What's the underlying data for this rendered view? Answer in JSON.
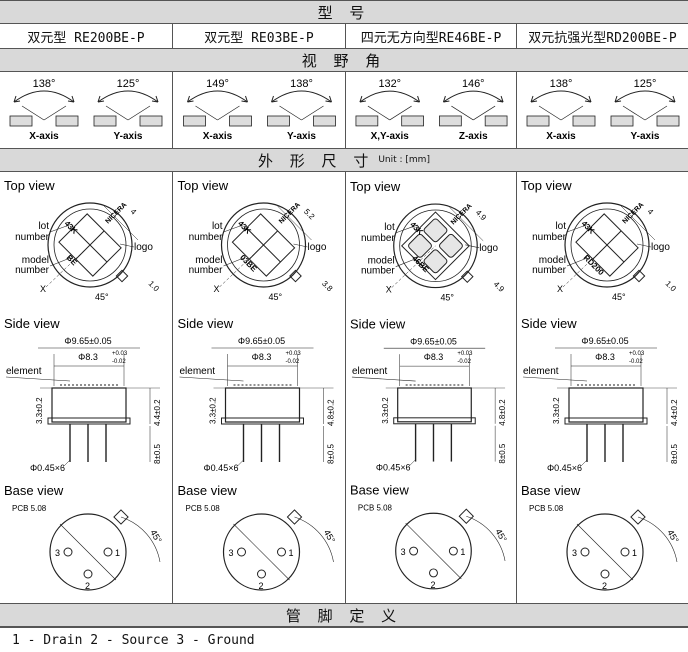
{
  "headers": {
    "model": "型 号",
    "view_angle": "视 野 角",
    "dimensions": "外 形 尺 寸",
    "dimensions_unit": "Unit : [mm]",
    "pin_def": "管 脚 定 义"
  },
  "section_titles": {
    "top": "Top view",
    "side": "Side view",
    "base": "Base view"
  },
  "pin_definition": "1 - Drain  2 - Source  3 - Ground",
  "columns": [
    {
      "model": "双元型 RE200BE-P",
      "angles": [
        {
          "deg": "138°",
          "axis": "X-axis"
        },
        {
          "deg": "125°",
          "axis": "Y-axis"
        }
      ],
      "top": {
        "lot": "lot",
        "lot2": "number",
        "model": "model",
        "model2": "number",
        "logo": "logo",
        "brand": "NICERA",
        "code": "43K",
        "mark": "BE",
        "dim_top": "4",
        "dim_side": "1.0",
        "angle": "45°",
        "x": "X"
      },
      "side": {
        "d1": "Φ9.65±0.05",
        "d2": "Φ8.3",
        "tol_up": "+0.03",
        "tol_dn": "-0.02",
        "element": "element",
        "h1": "3.3±0.2",
        "h2": "4.4±0.2",
        "h3": "8±0.5",
        "pin": "Φ0.45×6"
      },
      "base": {
        "pcb": "PCB 5.08",
        "angle": "45°",
        "p1": "1",
        "p2": "2",
        "p3": "3"
      }
    },
    {
      "model": "双元型 RE03BE-P",
      "angles": [
        {
          "deg": "149°",
          "axis": "X-axis"
        },
        {
          "deg": "138°",
          "axis": "Y-axis"
        }
      ],
      "top": {
        "lot": "lot",
        "lot2": "number",
        "model": "model",
        "model2": "number",
        "logo": "logo",
        "brand": "NICERA",
        "code": "43K",
        "mark": "03BE",
        "dim_top": "5.2",
        "dim_side": "3.8",
        "angle": "45°",
        "x": "X"
      },
      "side": {
        "d1": "Φ9.65±0.05",
        "d2": "Φ8.3",
        "tol_up": "+0.03",
        "tol_dn": "-0.02",
        "element": "element",
        "h1": "3.3±0.2",
        "h2": "4.8±0.2",
        "h3": "8±0.5",
        "pin": "Φ0.45×6"
      },
      "base": {
        "pcb": "PCB 5.08",
        "angle": "45°",
        "p1": "1",
        "p2": "2",
        "p3": "3"
      }
    },
    {
      "model": "四元无方向型RE46BE-P",
      "angles": [
        {
          "deg": "132°",
          "axis": "X,Y-axis"
        },
        {
          "deg": "146°",
          "axis": "Z-axis"
        }
      ],
      "top": {
        "lot": "lot",
        "lot2": "number",
        "model": "model",
        "model2": "number",
        "logo": "logo",
        "brand": "NICERA",
        "code": "43K",
        "mark": "46BE",
        "dim_top": "4.9",
        "dim_side": "4.9",
        "angle": "45°",
        "x": "X"
      },
      "side": {
        "d1": "Φ9.65±0.05",
        "d2": "Φ8.3",
        "tol_up": "+0.03",
        "tol_dn": "-0.02",
        "element": "element",
        "h1": "3.3±0.2",
        "h2": "4.8±0.2",
        "h3": "8±0.5",
        "pin": "Φ0.45×6"
      },
      "base": {
        "pcb": "PCB 5.08",
        "angle": "45°",
        "p1": "1",
        "p2": "2",
        "p3": "3"
      }
    },
    {
      "model": "双元抗强光型RD200BE-P",
      "angles": [
        {
          "deg": "138°",
          "axis": "X-axis"
        },
        {
          "deg": "125°",
          "axis": "Y-axis"
        }
      ],
      "top": {
        "lot": "lot",
        "lot2": "number",
        "model": "model",
        "model2": "number",
        "logo": "logo",
        "brand": "NICERA",
        "code": "43K",
        "mark": "RD200",
        "dim_top": "4",
        "dim_side": "1.0",
        "angle": "45°",
        "x": "X"
      },
      "side": {
        "d1": "Φ9.65±0.05",
        "d2": "Φ8.3",
        "tol_up": "+0.03",
        "tol_dn": "-0.02",
        "element": "element",
        "h1": "3.3±0.2",
        "h2": "4.4±0.2",
        "h3": "8±0.5",
        "pin": "Φ0.45×6"
      },
      "base": {
        "pcb": "PCB 5.08",
        "angle": "45°",
        "p1": "1",
        "p2": "2",
        "p3": "3"
      }
    }
  ]
}
